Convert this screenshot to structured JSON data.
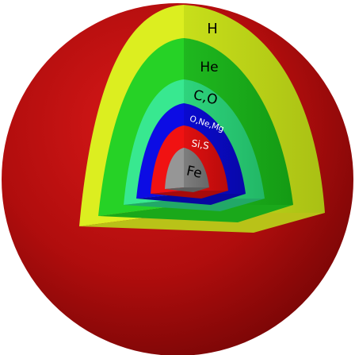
{
  "layers": [
    {
      "key": "h",
      "label": "H",
      "color": "#d8ee1e",
      "text_color": "#000000"
    },
    {
      "key": "he",
      "label": "He",
      "color": "#22cc22",
      "text_color": "#000000"
    },
    {
      "key": "co",
      "label": "C,O",
      "color": "#33e58a",
      "text_color": "#000000"
    },
    {
      "key": "one",
      "label": "O,Ne,Mg",
      "color": "#0a0adf",
      "text_color": "#ffffff"
    },
    {
      "key": "sis",
      "label": "Si,S",
      "color": "#ee1111",
      "text_color": "#ffffff"
    },
    {
      "key": "fe",
      "label": "Fe",
      "color": "#8f8f8f",
      "text_color": "#000000"
    }
  ],
  "outer_shell_color": "#b30f0f"
}
